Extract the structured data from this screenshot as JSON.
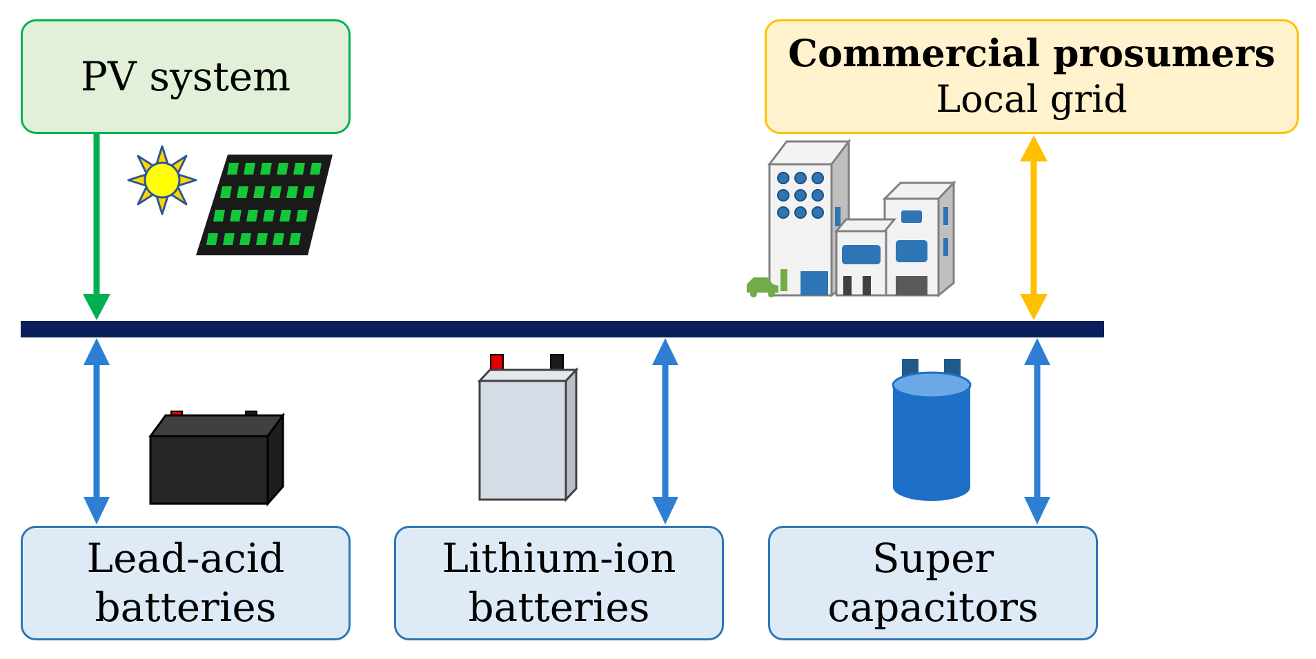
{
  "pv": {
    "label": "PV system"
  },
  "grid": {
    "title": "Commercial prosumers",
    "subtitle": "Local grid"
  },
  "storage": {
    "lead_acid": {
      "line1": "Lead-acid",
      "line2": "batteries"
    },
    "lithium_ion": {
      "line1": "Lithium-ion",
      "line2": "batteries"
    },
    "supercap": {
      "line1": "Super",
      "line2": "capacitors"
    }
  },
  "colors": {
    "bus": "#0b1f5c",
    "pv_arrow": "#00b050",
    "grid_arrow": "#ffc000",
    "storage_arrow": "#2e7fd3"
  },
  "icons": [
    "sun-icon",
    "solar-panel-icon",
    "buildings-icon",
    "car-icon",
    "lead-acid-battery-icon",
    "lithium-ion-battery-icon",
    "supercapacitor-icon"
  ]
}
